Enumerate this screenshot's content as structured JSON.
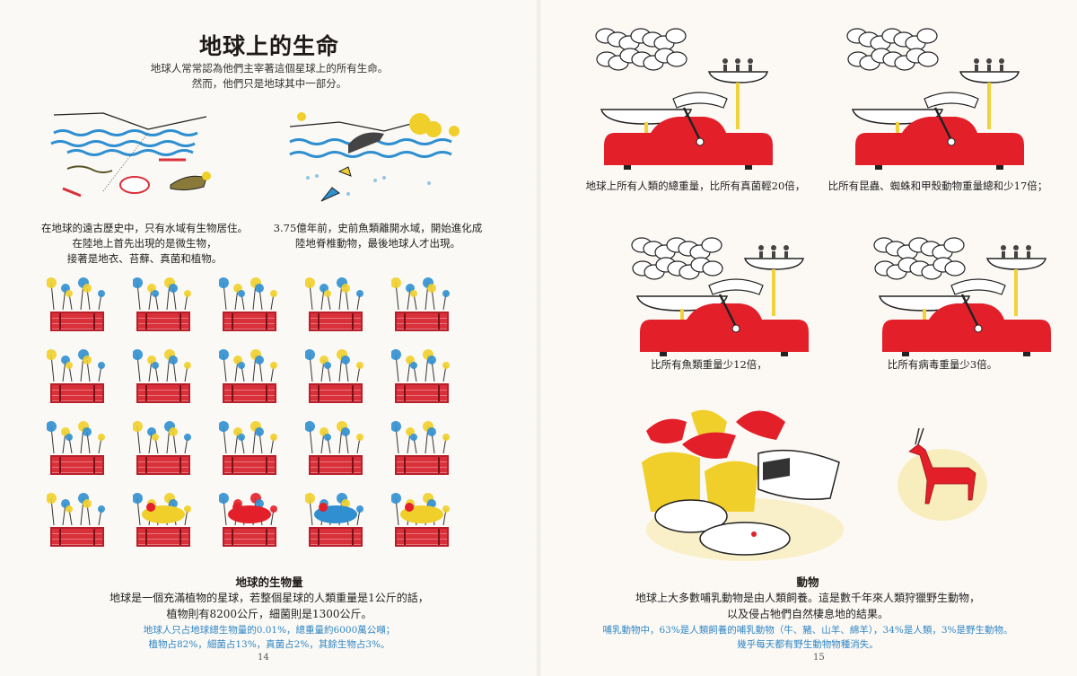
{
  "left_page": {
    "title": "地球上的生命",
    "intro": [
      "地球人常常認為他們主宰著這個星球上的所有生命。",
      "然而，他們只是地球其中一部分。"
    ],
    "captions": {
      "ancient_water": [
        "在地球的遠古歷史中，只有水域有生物居住。",
        "在陸地上首先出現的是微生物，",
        "接著是地衣、苔蘚、真菌和植物。"
      ],
      "fish_to_land": [
        "3.75億年前，史前魚類離開水域，開始進化成",
        "陸地脊椎動物，最後地球人才出現。"
      ]
    },
    "biomass_section": {
      "heading": "地球的生物量",
      "body": [
        "地球是一個充滿植物的星球，若整個星球的人類重量是1公斤的話，",
        "植物則有8200公斤，細菌則是1300公斤。"
      ],
      "note": [
        "地球人只占地球總生物量的0.01%，總重量約6000萬公噸；",
        "植物占82%，細菌占13%，真菌占2%，其餘生物占3%。"
      ]
    },
    "page_number": "14",
    "plant_grid": {
      "rows": 4,
      "cols": 5,
      "items": [
        "blue-herb",
        "yellow-tree",
        "yellow-bush",
        "blue-yellow-bush",
        "blue-tree",
        "blue-flower-grass",
        "yellow-conifer",
        "palm-bamboo",
        "yellow-fern",
        "yellow-tree-blue",
        "yellow-oak",
        "blue-shrub",
        "yellow-cluster",
        "yellow-grass",
        "yellow-spiky",
        "blue-wildflower",
        "mixed-creatures",
        "red-creatures",
        "blue-animals",
        "mushrooms"
      ]
    }
  },
  "right_page": {
    "scales": [
      {
        "caption": "地球上所有人類的總重量，比所有真菌輕20倍，",
        "left_pan": "fungi"
      },
      {
        "caption": "比所有昆蟲、蜘蛛和甲殼動物重量總和少17倍；",
        "left_pan": "insects"
      },
      {
        "caption": "比所有魚類重量少12倍，",
        "left_pan": "fish"
      },
      {
        "caption": "比所有病毒重量少3倍。",
        "left_pan": "viruses"
      }
    ],
    "animals_section": {
      "heading": "動物",
      "body": [
        "地球上大多數哺乳動物是由人類飼養。這是數千年來人類狩獵野生動物，",
        "以及侵占牠們自然棲息地的結果。"
      ],
      "note": [
        "哺乳動物中，63%是人類飼養的哺乳動物（牛、豬、山羊、綿羊），34%是人類，3%是野生動物。",
        "幾乎每天都有野生動物物種消失。"
      ]
    },
    "page_number": "15"
  },
  "colors": {
    "scale_red": "#e3202a",
    "brass_yellow": "#f2d23a",
    "crate_red": "#d9303a",
    "water_blue": "#2f8fd0",
    "note_blue": "#2f86c4",
    "plant_yellow": "#f0cf2a",
    "paper": "#fbf8f3"
  }
}
